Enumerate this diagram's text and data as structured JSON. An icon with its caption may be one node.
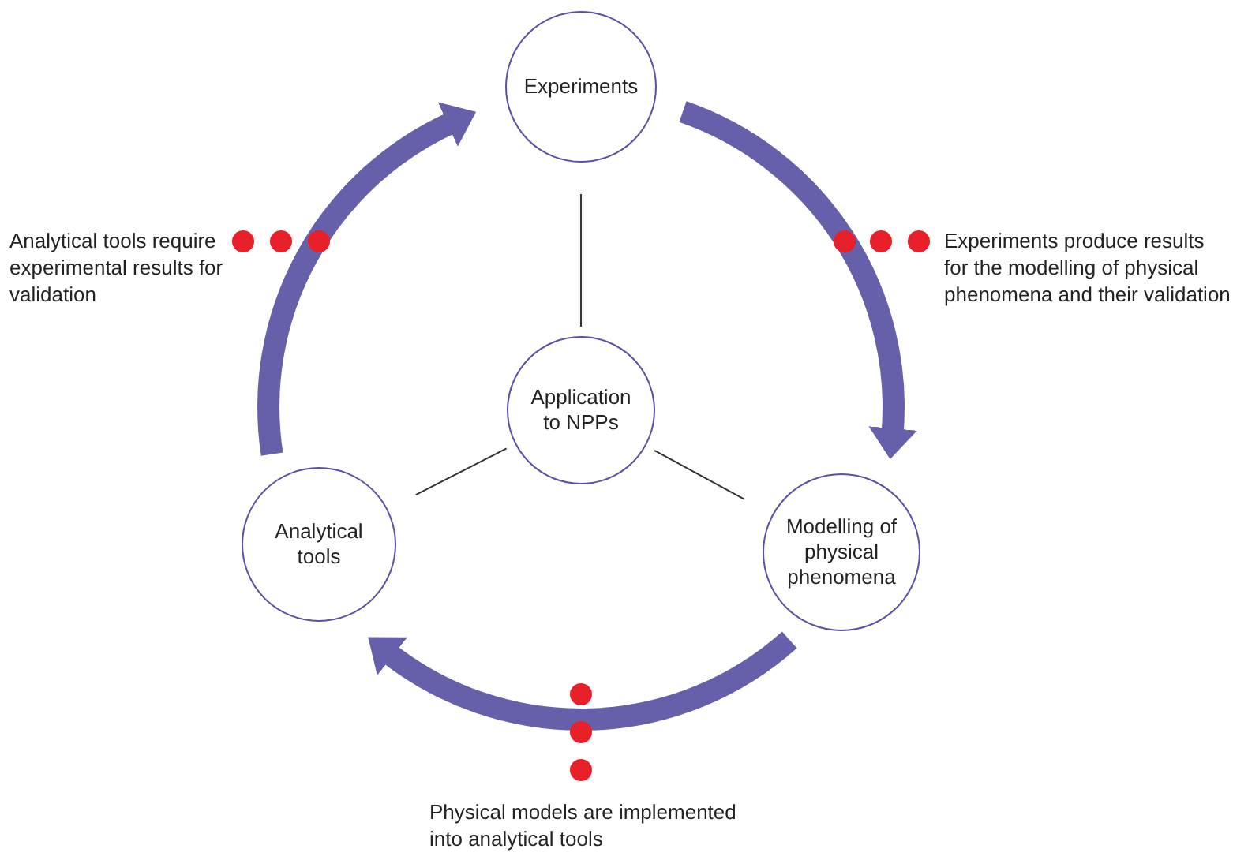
{
  "diagram": {
    "nodes": [
      {
        "text": [
          "Experiments"
        ]
      },
      {
        "text": [
          "Application to NPPs"
        ]
      },
      {
        "text": [
          "Analytical tools"
        ]
      },
      {
        "text": [
          "Modelling of physical phenomena"
        ]
      }
    ],
    "edges": [
      {
        "from": 0,
        "to": 3,
        "arrow": "to",
        "style": "thick",
        "color": "#6660aa"
      },
      {
        "from": 3,
        "to": 2,
        "arrow": "to",
        "style": "thick",
        "color": "#6660aa"
      },
      {
        "from": 2,
        "to": 0,
        "arrow": "to",
        "style": "thick",
        "color": "#6660aa"
      },
      {
        "from": 1,
        "to": 0,
        "arrow": "none",
        "color": "#333333"
      },
      {
        "from": 1,
        "to": 2,
        "arrow": "none",
        "color": "#333333"
      },
      {
        "from": 1,
        "to": 3,
        "arrow": "none",
        "color": "#333333"
      }
    ],
    "labels": [
      "Analytical tools require experimental results for validation",
      "Experiments produce results for the modelling of physical phenomena and their validation",
      "Physical models are implemented into analytical tools"
    ]
  }
}
